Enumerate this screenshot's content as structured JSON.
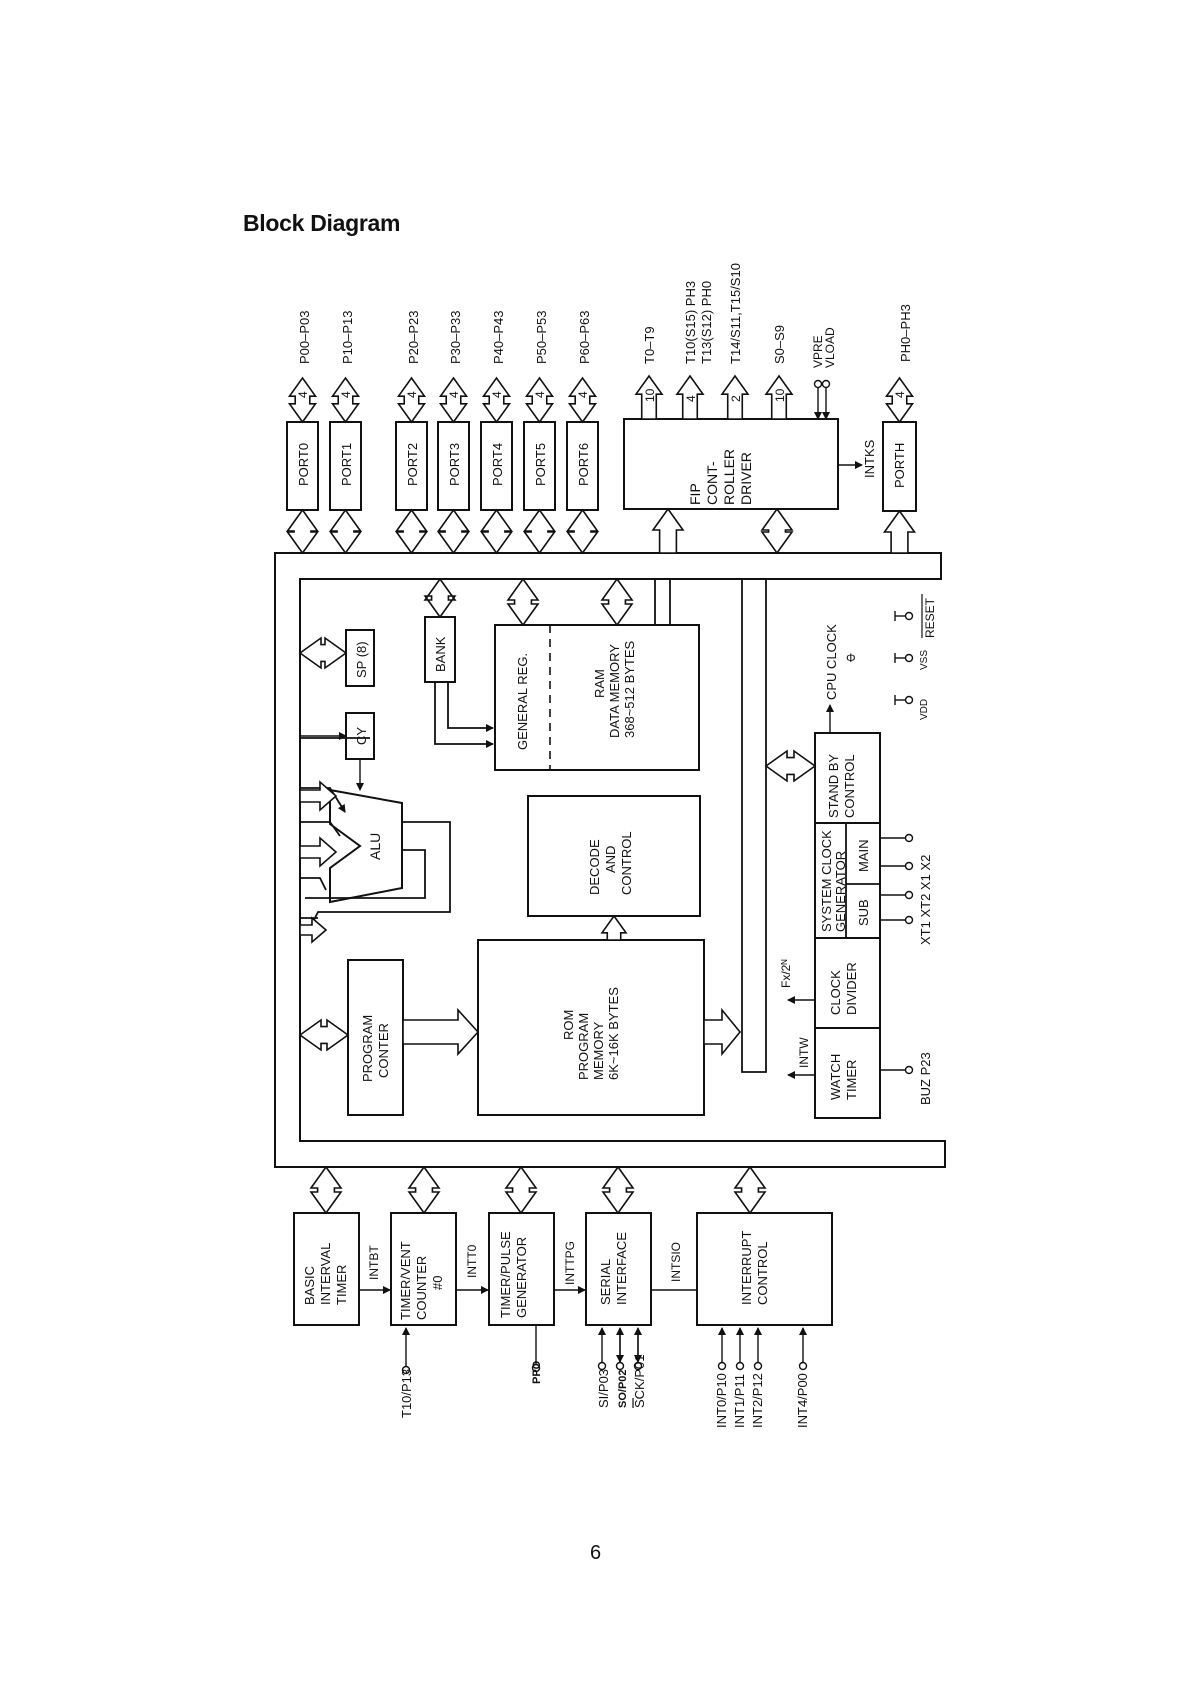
{
  "page": {
    "title": "Block Diagram",
    "page_number": "6"
  },
  "blocks": {
    "sp": "SP (8)",
    "cy": "CY",
    "bank": "BANK",
    "alu": "ALU",
    "general_reg": "GENERAL REG.",
    "ram": [
      "RAM",
      "DATA MEMORY",
      "368~512 BYTES"
    ],
    "decode": [
      "DECODE",
      "AND",
      "CONTROL"
    ],
    "rom": [
      "ROM",
      "PROGRAM",
      "MEMORY",
      "6K~16K BYTES"
    ],
    "program_counter": [
      "PROGRAM",
      "CONTER"
    ],
    "fip": [
      "FIP",
      "CONT-",
      "ROLLER",
      "DRIVER"
    ],
    "standby": [
      "STAND BY",
      "CONTROL"
    ],
    "sys_clock": [
      "SYSTEM CLOCK",
      "GENERATOR"
    ],
    "sub": "SUB",
    "main": "MAIN",
    "clock_divider": [
      "CLOCK",
      "DIVIDER"
    ],
    "watch_timer": [
      "WATCH",
      "TIMER"
    ],
    "basic_timer": [
      "BASIC",
      "INTERVAL",
      "TIMER"
    ],
    "timer_event": [
      "TIMER/VENT",
      "COUNTER",
      "#0"
    ],
    "timer_pulse": [
      "TIMER/PULSE",
      "GENERATOR"
    ],
    "serial": [
      "SERIAL",
      "INTERFACE"
    ],
    "interrupt": [
      "INTERRUPT",
      "CONTROL"
    ]
  },
  "ports": [
    {
      "name": "PORT0",
      "width": "4",
      "pins": "P00–P03"
    },
    {
      "name": "PORT1",
      "width": "4",
      "pins": "P10–P13"
    },
    {
      "name": "PORT2",
      "width": "4",
      "pins": "P20–P23"
    },
    {
      "name": "PORT3",
      "width": "4",
      "pins": "P30–P33"
    },
    {
      "name": "PORT4",
      "width": "4",
      "pins": "P40–P43"
    },
    {
      "name": "PORT5",
      "width": "4",
      "pins": "P50–P53"
    },
    {
      "name": "PORT6",
      "width": "4",
      "pins": "P60–P63"
    }
  ],
  "porth": {
    "name": "PORTH",
    "width": "4",
    "pins": "PH0–PH3"
  },
  "fip_outputs": [
    {
      "width": "10",
      "label": "T0–T9"
    },
    {
      "width": "4",
      "label": "T10(S15) PH3",
      "label2": "T13(S12) PH0"
    },
    {
      "width": "2",
      "label": "T14/S11,T15/S10"
    },
    {
      "width": "10",
      "label": "S0–S9"
    }
  ],
  "fip_pins": {
    "vpre": "VPRE",
    "vload": "VLOAD"
  },
  "signals": {
    "intks": "INTKS",
    "intw": "INTW",
    "fx": "Fx/2ᴺ",
    "cpu_clock": "CPU CLOCK",
    "phi": "Φ",
    "vdd": "VDD",
    "vss": "VSS",
    "reset": "RESET",
    "xt1_xt2_x1_x2": "XT1 XT2 X1 X2",
    "buz": "BUZ P23",
    "intbt": "INTBT",
    "intt0": "INTT0",
    "inttpg": "INTTPG",
    "intsio": "INTSIO"
  },
  "bottom_pins": {
    "t10": "T10/P13",
    "ppo": "PPO",
    "si": "SI/P03",
    "so": "SO/P02",
    "sck": "SCK/P01",
    "int0": "INT0/P10",
    "int1": "INT1/P11",
    "int2": "INT2/P12",
    "int4": "INT4/P00"
  }
}
